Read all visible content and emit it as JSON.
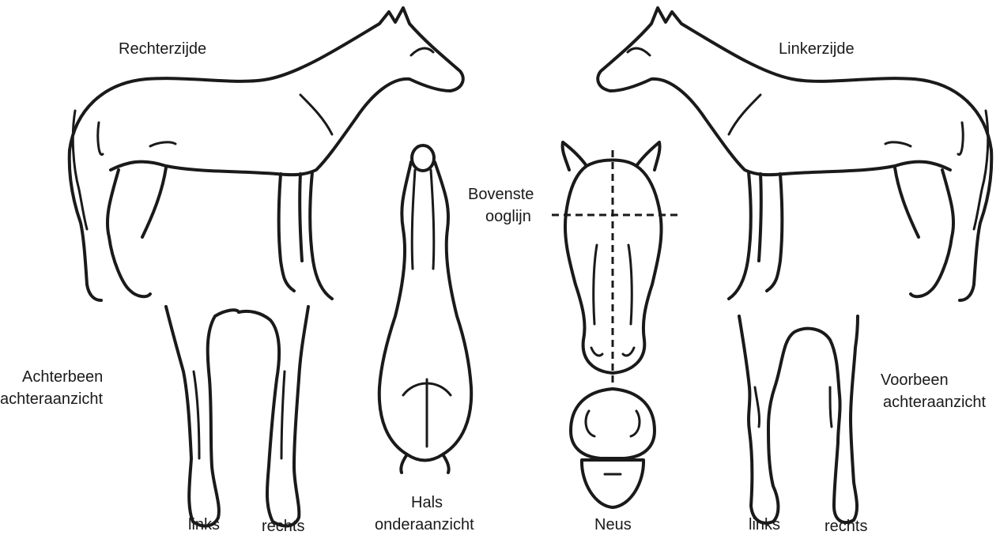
{
  "labels": {
    "right_side": "Rechterzijde",
    "left_side": "Linkerzijde",
    "hind_leg_line1": "Achterbeen",
    "hind_leg_line2": "achteraanzicht",
    "fore_leg_line1": "Voorbeen",
    "fore_leg_line2": "achteraanzicht",
    "neck_line1": "Hals",
    "neck_line2": "onderaanzicht",
    "eye_line1": "Bovenste",
    "eye_line2": "ooglijn",
    "nose": "Neus",
    "hind_left": "links",
    "hind_right": "rechts",
    "fore_left": "links",
    "fore_right": "rechts"
  },
  "colors": {
    "ink": "#1a1a1a",
    "background": "#ffffff"
  }
}
